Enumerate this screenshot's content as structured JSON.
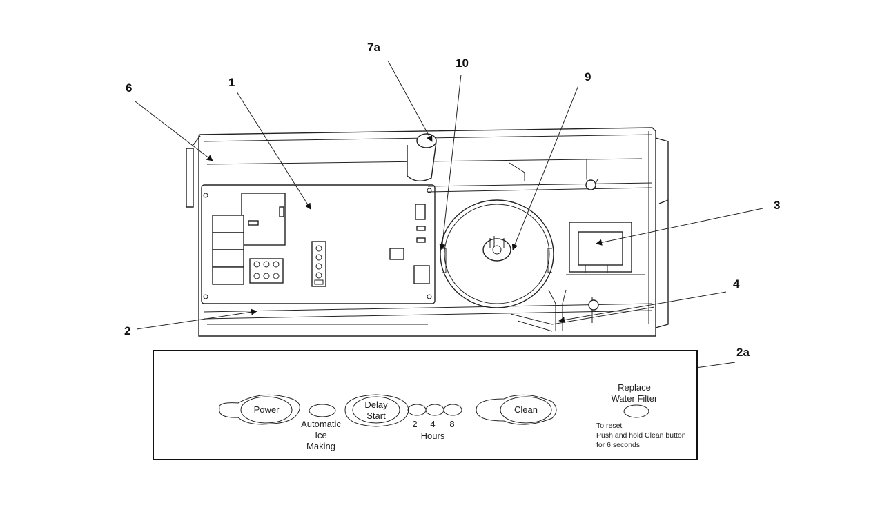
{
  "callouts": {
    "c6": "6",
    "c1": "1",
    "c7a": "7a",
    "c10": "10",
    "c9": "9",
    "c3": "3",
    "c4": "4",
    "c2": "2",
    "c2a": "2a"
  },
  "panel": {
    "power": "Power",
    "delay_start_line1": "Delay",
    "delay_start_line2": "Start",
    "clean": "Clean",
    "auto_ice_line1": "Automatic",
    "auto_ice_line2": "Ice",
    "auto_ice_line3": "Making",
    "hour_2": "2",
    "hour_4": "4",
    "hour_8": "8",
    "hours_label": "Hours",
    "replace_line1": "Replace",
    "replace_line2": "Water Filter",
    "reset_line1": "To reset",
    "reset_line2": "Push and hold Clean button",
    "reset_line3": "for 6 seconds"
  }
}
